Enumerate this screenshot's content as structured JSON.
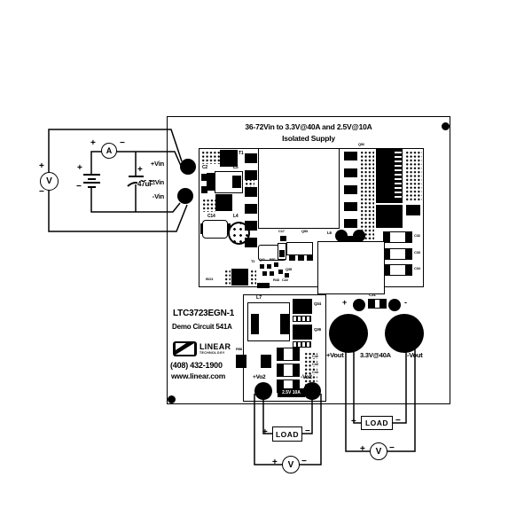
{
  "board": {
    "title_line1": "36-72Vin to 3.3V@40A and 2.5V@10A",
    "title_line2": "Isolated Supply",
    "part_number": "LTC3723EGN-1",
    "demo_circuit": "Demo Circuit 541A",
    "phone": "(408) 432-1900",
    "website": "www.linear.com",
    "logo": {
      "brand": "LINEAR",
      "sub": "TECHNOLOGY"
    },
    "input": {
      "plus_label": "+Vin",
      "range_label": "36-72Vin",
      "minus_label": "-Vin"
    },
    "vout": {
      "plus_mark": "+",
      "minus_mark": "-",
      "plus_label": "+Vout",
      "rating": "3.3V@40A",
      "minus_label": "-Vout"
    },
    "vo2": {
      "plus_label": "+Vo2",
      "rating": "2.5V 10A",
      "minus_label": "-Vo2"
    },
    "components": {
      "t1": "T1",
      "c2": "C2",
      "l5": "L5",
      "c14": "C14",
      "l4": "L4",
      "q52": "Q52",
      "c17": "C17",
      "q53": "Q53",
      "l6": "L6",
      "t2": "T2",
      "q41": "Q41",
      "r51": "R51",
      "q35": "Q35",
      "r43": "R43",
      "c22": "C22",
      "iso1": "ISO1",
      "c32": "C32",
      "c33": "C33",
      "c34": "C34",
      "l7": "L7",
      "q34": "Q34",
      "q36": "Q36",
      "r58": "R58",
      "c42": "C42",
      "c43": "C43",
      "c44": "C44",
      "c31": "C31"
    },
    "colors": {
      "silkscreen": "#000000",
      "substrate": "#ffffff"
    }
  },
  "input_circuit": {
    "vmeter": {
      "label": "V",
      "plus": "+",
      "minus": "−"
    },
    "ammeter": {
      "label": "A",
      "plus": "+",
      "minus": "−"
    },
    "battery": {
      "plus": "+",
      "minus": "−"
    },
    "capacitor": {
      "value": "47uF",
      "plus": "+"
    }
  },
  "load_vo2": {
    "load_label": "LOAD",
    "plus": "+",
    "minus": "−",
    "vmeter": {
      "label": "V",
      "plus": "+",
      "minus": "−"
    }
  },
  "load_vout": {
    "load_label": "LOAD",
    "plus": "+",
    "minus": "−",
    "vmeter": {
      "label": "V",
      "plus": "+",
      "minus": "−"
    }
  }
}
